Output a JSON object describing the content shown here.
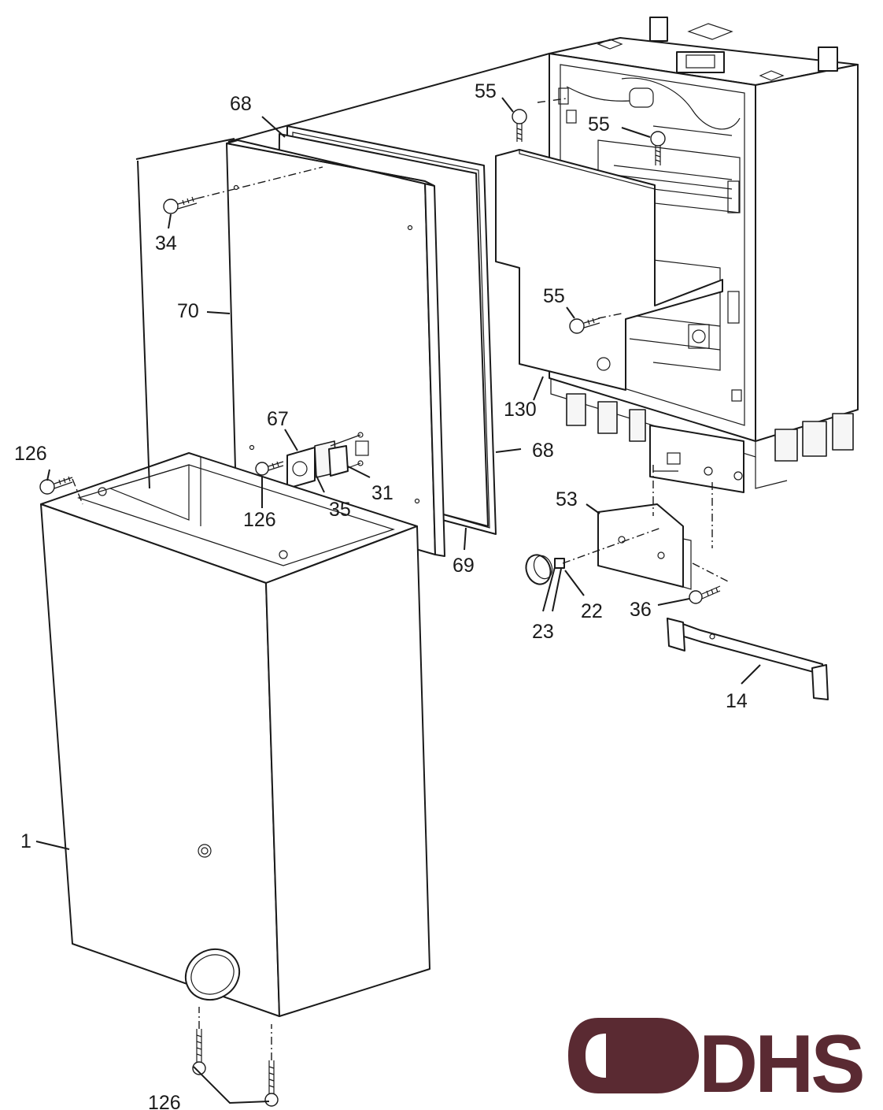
{
  "diagram": {
    "labels": {
      "p1": "1",
      "p14": "14",
      "p22": "22",
      "p23": "23",
      "p31": "31",
      "p34": "34",
      "p35": "35",
      "p36": "36",
      "p53": "53",
      "p55a": "55",
      "p55b": "55",
      "p55c": "55",
      "p67": "67",
      "p68a": "68",
      "p68b": "68",
      "p69": "69",
      "p70": "70",
      "p126a": "126",
      "p126b": "126",
      "p126c": "126",
      "p130": "130"
    },
    "logo": {
      "text": "DHS",
      "color": "#5a2a32"
    }
  }
}
